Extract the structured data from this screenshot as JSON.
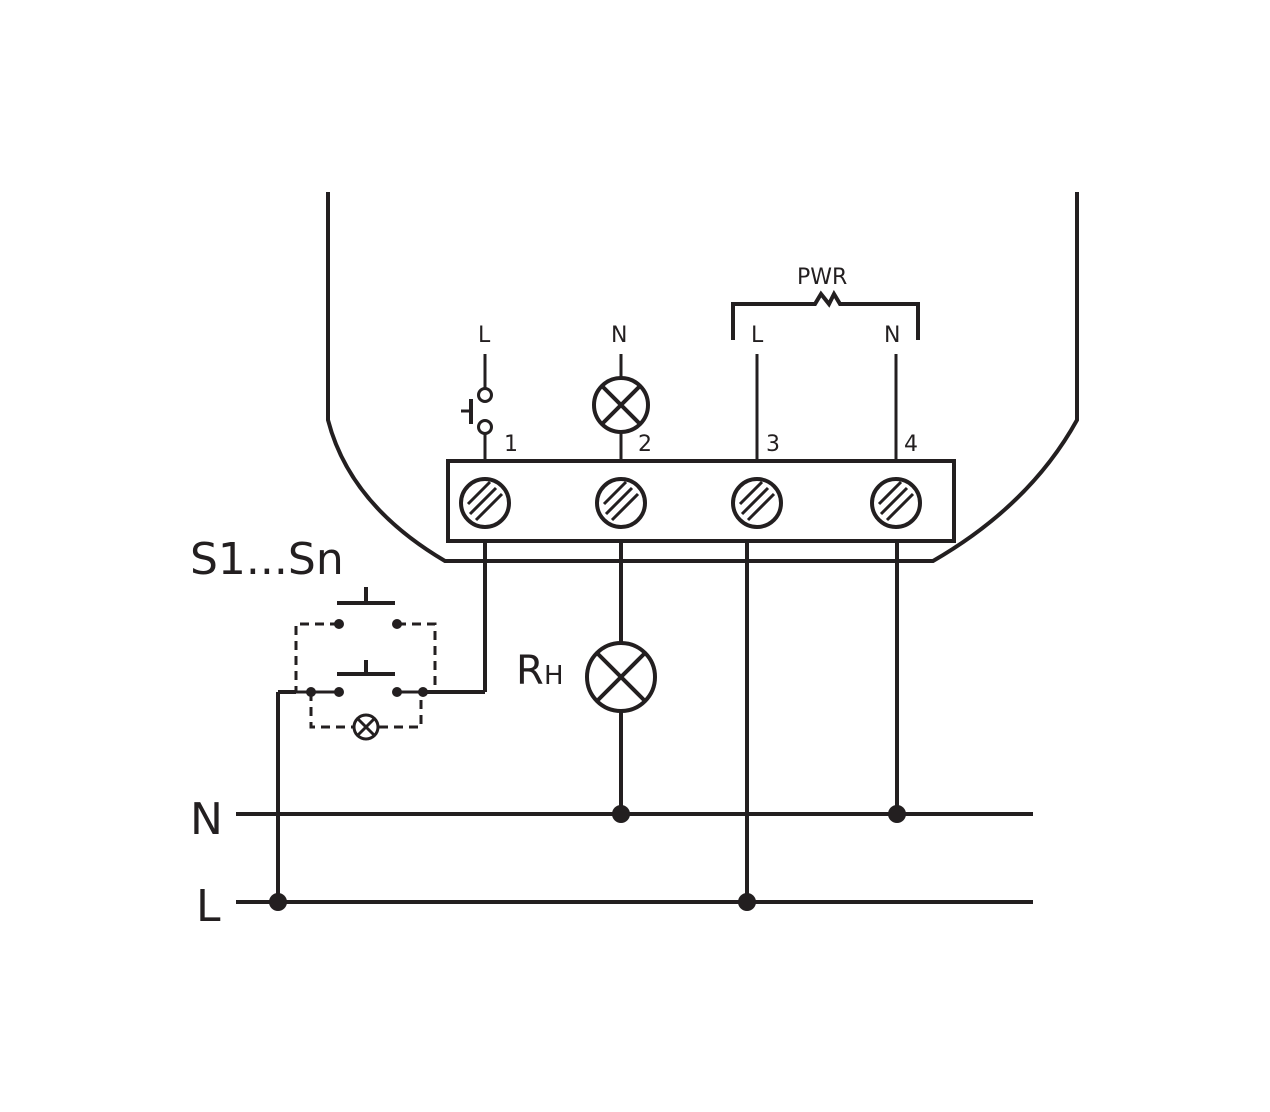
{
  "terminals": [
    {
      "number": "1",
      "feed_label": "L"
    },
    {
      "number": "2",
      "feed_label": "N"
    },
    {
      "number": "3",
      "feed_label": "L"
    },
    {
      "number": "4",
      "feed_label": "N"
    }
  ],
  "power_label": "PWR",
  "switches_label": "S1...Sn",
  "load_label": "R",
  "load_subscript": "H",
  "bus_labels": {
    "neutral": "N",
    "line": "L"
  },
  "colors": {
    "ink": "#231f20",
    "background": "#ffffff"
  }
}
